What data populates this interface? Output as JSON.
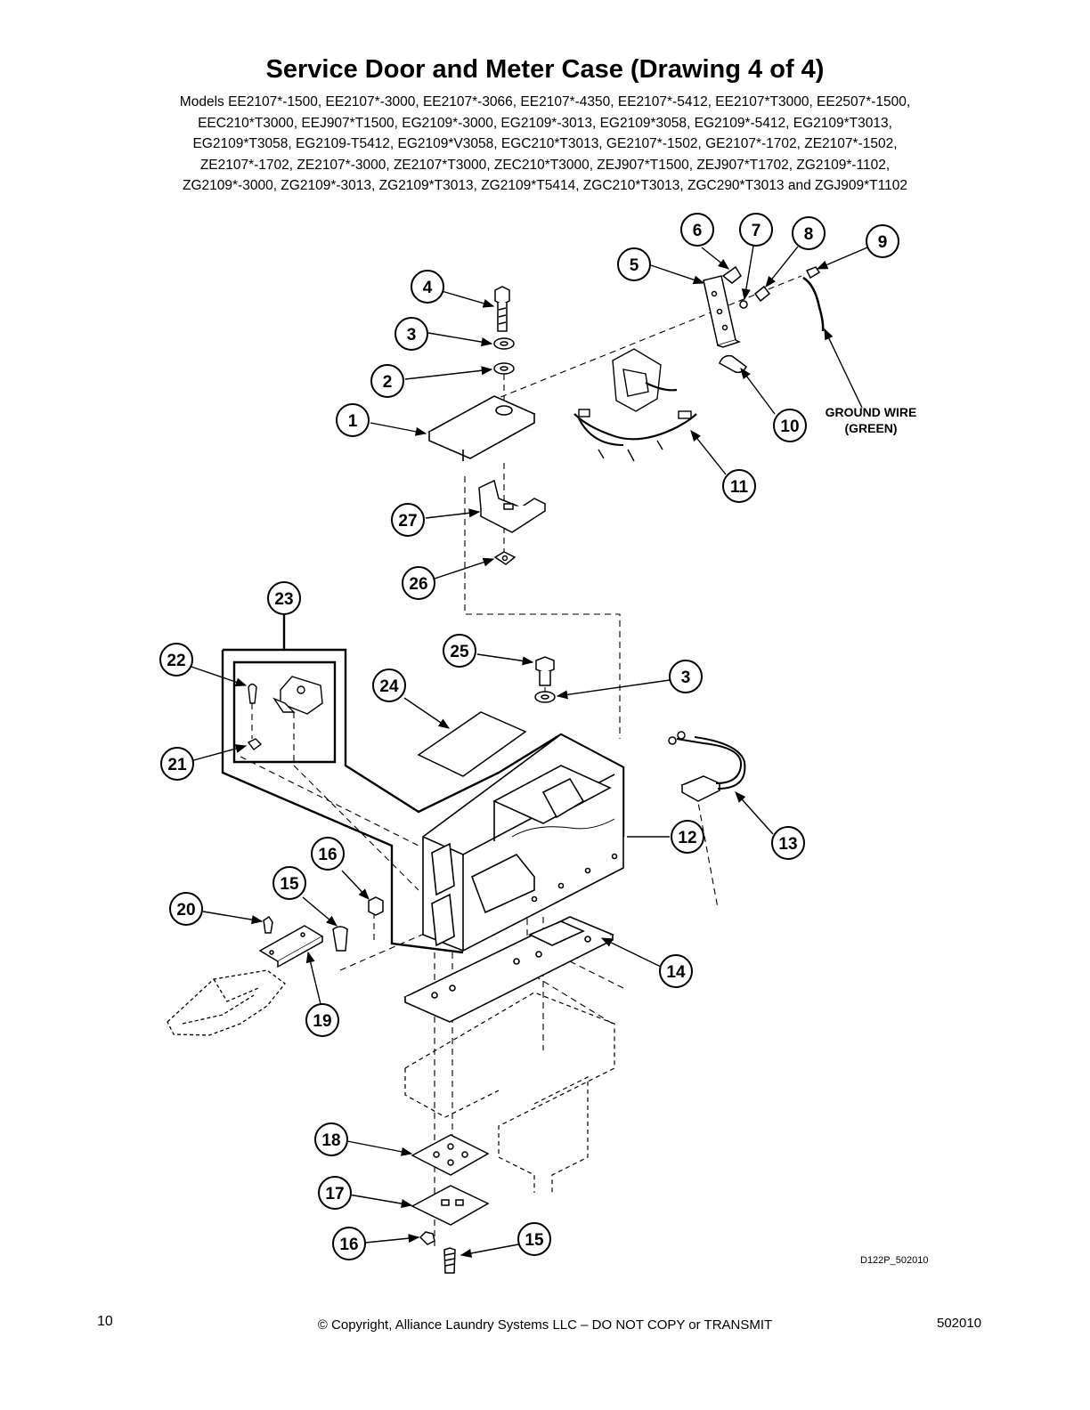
{
  "page": {
    "title": "Service Door and Meter Case (Drawing 4 of 4)",
    "models_lines": [
      "Models EE2107*-1500, EE2107*-3000, EE2107*-3066, EE2107*-4350, EE2107*-5412, EE2107*T3000, EE2507*-1500,",
      "EEC210*T3000, EEJ907*T1500, EG2109*-3000, EG2109*-3013, EG2109*3058, EG2109*-5412, EG2109*T3013,",
      "EG2109*T3058, EG2109-T5412, EG2109*V3058, EGC210*T3013, GE2107*-1502, GE2107*-1702, ZE2107*-1502,",
      "ZE2107*-1702, ZE2107*-3000, ZE2107*T3000, ZEC210*T3000, ZEJ907*T1500, ZEJ907*T1702, ZG2109*-1102,",
      "ZG2109*-3000, ZG2109*-3013, ZG2109*T3013, ZG2109*T5414, ZGC210*T3013, ZGC290*T3013 and ZGJ909*T1102"
    ]
  },
  "diagram": {
    "callouts": [
      "1",
      "2",
      "3",
      "4",
      "5",
      "6",
      "7",
      "8",
      "9",
      "10",
      "11",
      "27",
      "26",
      "23",
      "22",
      "21",
      "25",
      "3",
      "24",
      "12",
      "13",
      "16",
      "15",
      "20",
      "14",
      "19",
      "18",
      "17",
      "16",
      "15"
    ],
    "ground_wire_label_line1": "GROUND WIRE",
    "ground_wire_label_line2": "(GREEN)",
    "drawing_id": "D122P_502010"
  },
  "footer": {
    "page_number": "10",
    "copyright": "© Copyright, Alliance Laundry Systems LLC – DO NOT COPY or TRANSMIT",
    "doc_number": "502010"
  }
}
